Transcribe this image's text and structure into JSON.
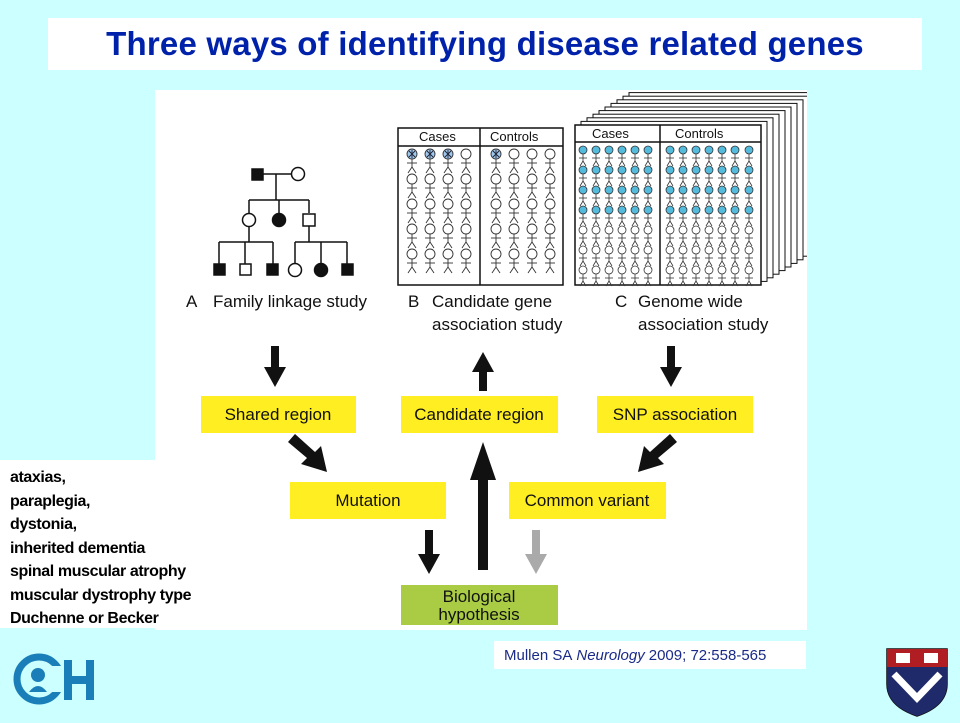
{
  "title": "Three ways of identifying disease related genes",
  "studies": {
    "a": {
      "letter": "A",
      "label": "Family linkage study"
    },
    "b": {
      "letter": "B",
      "line1": "Candidate gene",
      "line2": "association study"
    },
    "c": {
      "letter": "C",
      "line1": "Genome wide",
      "line2": "association study"
    }
  },
  "panel_headers": {
    "cases": "Cases",
    "controls": "Controls"
  },
  "boxes": {
    "shared_region": "Shared region",
    "candidate_region": "Candidate region",
    "snp_association": "SNP association",
    "mutation": "Mutation",
    "common_variant": "Common variant",
    "biological_hypothesis_line1": "Biological",
    "biological_hypothesis_line2": "hypothesis"
  },
  "diseases": [
    "ataxias,",
    "paraplegia,",
    "dystonia,",
    "inherited dementia",
    "spinal muscular atrophy",
    "muscular dystrophy type",
    "Duchenne or Becker"
  ],
  "citation": {
    "author": "Mullen SA",
    "journal": "Neurology",
    "details": "2009; 72:558-565"
  },
  "colors": {
    "background": "#ccffff",
    "title": "#0022aa",
    "box_yellow": "#ffee22",
    "box_green": "#aacc44",
    "snp_blue": "#55bbdd",
    "arrow_black": "#111111",
    "arrow_gray": "#aaaaaa"
  },
  "logos": {
    "left": "CH",
    "right": "shield-logo"
  }
}
